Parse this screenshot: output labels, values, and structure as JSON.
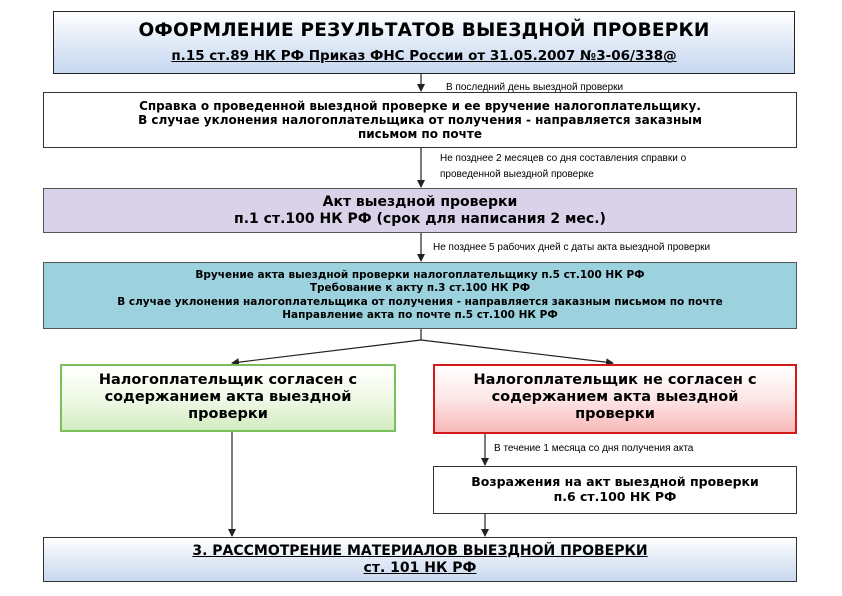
{
  "title": {
    "main": "ОФОРМЛЕНИЕ РЕЗУЛЬТАТОВ ВЫЕЗДНОЙ ПРОВЕРКИ",
    "sub": " п.15 ст.89 НК РФ Приказ ФНС России от 31.05.2007 №3-06/338@"
  },
  "labels": {
    "last_day": "В последний день выездной проверки",
    "within_2_months_1": "Не позднее 2 месяцев со дня составления справки о",
    "within_2_months_2": "проведенной выездной проверке",
    "within_5_days": "Не позднее 5 рабочих дней с даты акта выездной проверки",
    "within_1_month": "В течение 1 месяца со дня получения акта"
  },
  "spravka": {
    "line1": "Справка о проведенной выездной проверке и ее вручение налогоплательщику.",
    "line2": "В случае уклонения налогоплательщика от получения  - направляется заказным",
    "line3": "письмом по почте"
  },
  "akt": {
    "line1": "Акт выездной проверки",
    "line2": "п.1 ст.100 НК РФ (срок для написания 2 мес.)"
  },
  "vruchenie": {
    "line1": "Вручение акта выездной проверки налогоплательщику п.5 ст.100 НК РФ",
    "line2": "Требование к акту п.3 ст.100 НК РФ",
    "line3": "В случае уклонения налогоплательщика от получения  - направляется заказным письмом по почте",
    "line4": "Направление акта по почте п.5 ст.100 НК РФ"
  },
  "agree": {
    "line1": "Налогоплательщик согласен с",
    "line2": "содержанием акта выездной",
    "line3": "проверки"
  },
  "disagree": {
    "line1": "Налогоплательщик не согласен с",
    "line2": "содержанием акта выездной",
    "line3": "проверки"
  },
  "objections": {
    "line1": "Возражения на акт выездной проверки",
    "line2": "п.6 ст.100 НК РФ"
  },
  "review": {
    "line1": "3. РАССМОТРЕНИЕ МАТЕРИАЛОВ ВЫЕЗДНОЙ ПРОВЕРКИ",
    "line2": "ст. 101 НК РФ"
  },
  "colors": {
    "agree_border": "#7bbf5a",
    "disagree_border": "#d21a1a",
    "akt_fill": "#d9d2e9",
    "vruchenie_fill": "#9bd2de"
  }
}
